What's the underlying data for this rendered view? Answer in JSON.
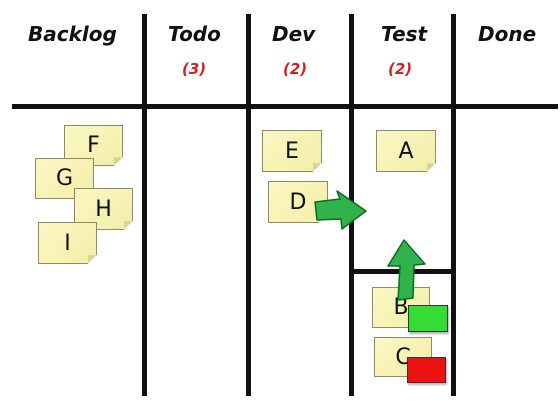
{
  "columns": [
    {
      "title": "Backlog",
      "wip": ""
    },
    {
      "title": "Todo",
      "wip": "(3)"
    },
    {
      "title": "Dev",
      "wip": "(2)"
    },
    {
      "title": "Test",
      "wip": "(2)"
    },
    {
      "title": "Done",
      "wip": ""
    }
  ],
  "cards": {
    "f": "F",
    "g": "G",
    "h": "H",
    "i": "I",
    "e": "E",
    "d": "D",
    "a": "A",
    "b": "B",
    "c": "C"
  },
  "colors": {
    "ink": "#111111",
    "wip": "#d42020",
    "arrow": "#2fb34a",
    "flag_ok": "#33dd33",
    "flag_blocked": "#ee1111",
    "note": "#f7f2b6"
  }
}
